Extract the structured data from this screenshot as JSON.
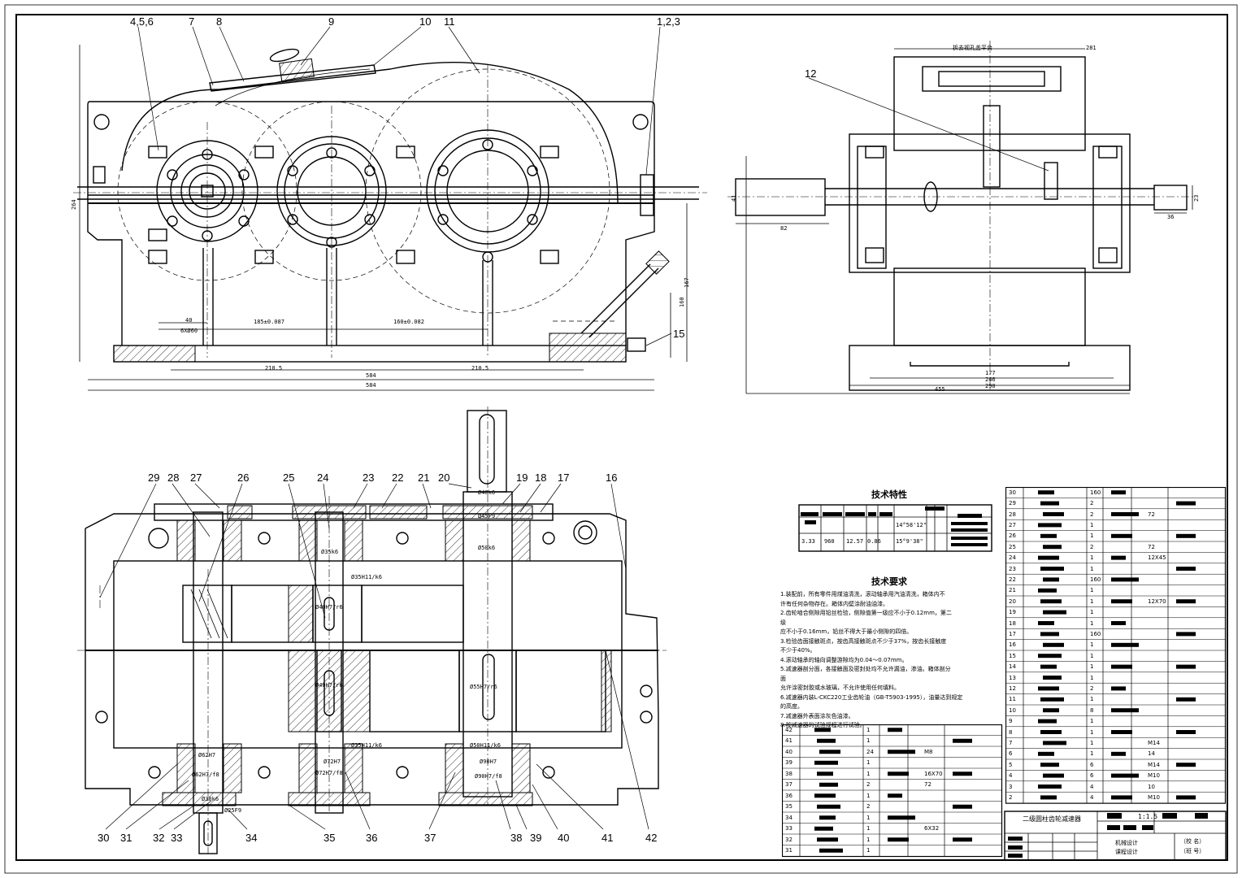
{
  "drawing": {
    "front_view": {
      "labels": [
        "4,5,6",
        "7",
        "8",
        "9",
        "10",
        "11",
        "1,2,3",
        "15"
      ],
      "dims": {
        "overall_height": "264",
        "h167": "167",
        "h160": "160",
        "d40": "40",
        "d6x60": "6XØ60",
        "c185": "185±0.087",
        "c160": "160±0.082",
        "w2105a": "210.5",
        "w2105b": "210.5",
        "w584a": "584",
        "w584b": "584"
      }
    },
    "side_view": {
      "labels": [
        "12"
      ],
      "note_top": "拆去视孔盖平台",
      "dims": {
        "d281": "281",
        "d41": "41",
        "d82": "82",
        "d23": "23",
        "d36": "36",
        "d177": "177",
        "d246": "246",
        "d290": "290",
        "d455": "455"
      }
    },
    "top_view": {
      "labels_top": [
        "29",
        "28",
        "27",
        "26",
        "25",
        "24",
        "23",
        "22",
        "21",
        "20",
        "19",
        "18",
        "17",
        "16"
      ],
      "labels_bottom": [
        "30",
        "31",
        "32",
        "33",
        "34",
        "35",
        "36",
        "37",
        "38",
        "39",
        "40",
        "41",
        "42"
      ],
      "fits": {
        "f1": "Ø40k6",
        "f2": "Ø45F9",
        "f3": "Ø50k6",
        "f4": "Ø35k6",
        "f5": "Ø35H11/k6",
        "f6": "Ø40H7/r6",
        "f7": "Ø40H7/r6",
        "f8": "Ø55H7/r6",
        "f9": "Ø35H11/k6",
        "f10": "Ø50H11/k6",
        "f11": "Ø72H7",
        "f12": "Ø72H7/f8",
        "f13": "Ø90H7",
        "f14": "Ø90H7/f8",
        "f15": "Ø62H7",
        "f16": "Ø62H7/f8",
        "f17": "Ø25F9",
        "f18": "Ø30k6"
      }
    },
    "tech_char": {
      "title": "技术特性",
      "row_values": [
        "3.33",
        "960",
        "12.57",
        "0.86"
      ],
      "gear_a": "14°58'12\"",
      "gear_b": "15°9'38\""
    },
    "tech_req": {
      "title": "技术要求",
      "items": [
        "1.装配前，所有零件用煤油清洗，滚动轴承用汽油清洗，箱体内不",
        "   许有任何杂物存在。箱体内壁涂耐油油漆。",
        "2.齿轮啮合侧隙用铅丝检验，侧隙值第一级应不小于0.12mm，第二",
        "级",
        "   应不小于0.16mm，铅丝不得大于最小侧隙的四倍。",
        "3.检验齿面接触斑点，按齿高接触斑点不少于37%，按齿长接触度",
        "   不少于40%。",
        "4.滚动轴承的轴向调整游隙均为0.04～0.07mm。",
        "5.减速器剖分面，各接触面及密封处均不允许漏油，渗油。箱体剖分",
        "面",
        "   允许涂密封胶或水玻璃，不允许使用任何填料。",
        "6.减速器内装L-CKC220工业齿轮油（GB-T5903-1995），油量达到规定",
        "   的高度。",
        "7.减速器外表面涂灰色油漆。",
        "8.按减速器的试验规程进行试验。"
      ]
    },
    "bom_left": {
      "rows": [
        {
          "no": "42",
          "qty": "1",
          "spec": ""
        },
        {
          "no": "41",
          "qty": "1",
          "spec": ""
        },
        {
          "no": "40",
          "qty": "24",
          "spec": "M8"
        },
        {
          "no": "39",
          "qty": "1",
          "spec": ""
        },
        {
          "no": "38",
          "qty": "1",
          "spec": "16X70"
        },
        {
          "no": "37",
          "qty": "2",
          "spec": "72"
        },
        {
          "no": "36",
          "qty": "1",
          "spec": ""
        },
        {
          "no": "35",
          "qty": "2",
          "spec": ""
        },
        {
          "no": "34",
          "qty": "1",
          "spec": ""
        },
        {
          "no": "33",
          "qty": "1",
          "spec": "6X32"
        },
        {
          "no": "32",
          "qty": "1",
          "spec": ""
        },
        {
          "no": "31",
          "qty": "1",
          "spec": ""
        }
      ]
    },
    "bom_right": {
      "rows": [
        {
          "no": "30",
          "qty": "160",
          "spec": ""
        },
        {
          "no": "29",
          "qty": "2",
          "spec": ""
        },
        {
          "no": "28",
          "qty": "2",
          "spec": "72"
        },
        {
          "no": "27",
          "qty": "1",
          "spec": ""
        },
        {
          "no": "26",
          "qty": "1",
          "spec": ""
        },
        {
          "no": "25",
          "qty": "2",
          "spec": "72"
        },
        {
          "no": "24",
          "qty": "1",
          "spec": "12X45"
        },
        {
          "no": "23",
          "qty": "1",
          "spec": ""
        },
        {
          "no": "22",
          "qty": "160",
          "spec": ""
        },
        {
          "no": "21",
          "qty": "1",
          "spec": ""
        },
        {
          "no": "20",
          "qty": "1",
          "spec": "12X70"
        },
        {
          "no": "19",
          "qty": "1",
          "spec": ""
        },
        {
          "no": "18",
          "qty": "1",
          "spec": ""
        },
        {
          "no": "17",
          "qty": "160",
          "spec": ""
        },
        {
          "no": "16",
          "qty": "1",
          "spec": ""
        },
        {
          "no": "15",
          "qty": "1",
          "spec": ""
        },
        {
          "no": "14",
          "qty": "1",
          "spec": ""
        },
        {
          "no": "13",
          "qty": "1",
          "spec": ""
        },
        {
          "no": "12",
          "qty": "2",
          "spec": ""
        },
        {
          "no": "11",
          "qty": "1",
          "spec": ""
        },
        {
          "no": "10",
          "qty": "8",
          "spec": ""
        },
        {
          "no": "9",
          "qty": "1",
          "spec": ""
        },
        {
          "no": "8",
          "qty": "1",
          "spec": ""
        },
        {
          "no": "7",
          "qty": "1",
          "spec": "M14"
        },
        {
          "no": "6",
          "qty": "1",
          "spec": "14"
        },
        {
          "no": "5",
          "qty": "6",
          "spec": "M14"
        },
        {
          "no": "4",
          "qty": "6",
          "spec": "M10"
        },
        {
          "no": "3",
          "qty": "4",
          "spec": "10"
        },
        {
          "no": "2",
          "qty": "4",
          "spec": "M10"
        }
      ]
    },
    "title_block": {
      "name": "二级圆柱齿轮减速器",
      "scale": "1:1.5",
      "course1": "机械设计",
      "course2": "课程设计",
      "school": "（校 名）",
      "class_no": "（班 号）"
    }
  }
}
